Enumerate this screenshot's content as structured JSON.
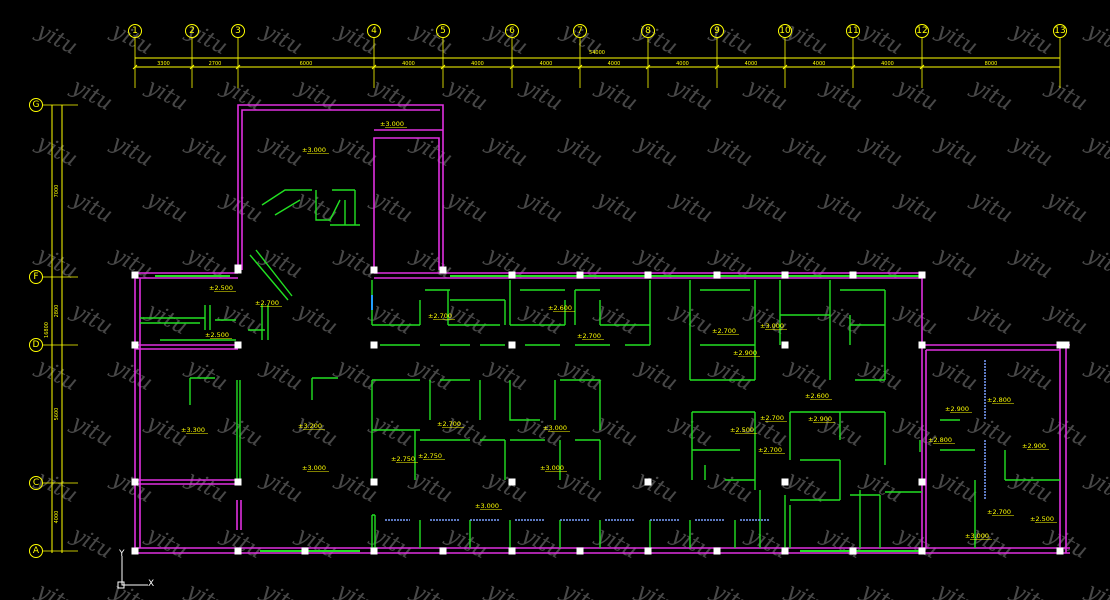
{
  "watermark": "yitu",
  "colors": {
    "background": "#000000",
    "axis": "#ffff00",
    "wall_outer": "#e030e0",
    "wall_partition": "#22e022",
    "column": "#ffffff",
    "watermark": "#cfcfcf"
  },
  "column_grid_labels": [
    "1",
    "2",
    "3",
    "4",
    "5",
    "6",
    "7",
    "8",
    "9",
    "10",
    "11",
    "12",
    "13"
  ],
  "column_dimensions": [
    "3300",
    "2700",
    "6000",
    "4000",
    "4000",
    "4000",
    "4000",
    "4000",
    "4000",
    "4000",
    "4000",
    "8000"
  ],
  "column_total_dimension": "54000",
  "row_grid_labels": [
    "G",
    "F",
    "D",
    "C",
    "A"
  ],
  "row_dimensions": [
    "7000",
    "2800",
    "5600",
    "4000"
  ],
  "row_total_dimension": "16800",
  "elevation_marks": [
    "3.000",
    "3.000",
    "2.500",
    "2.700",
    "2.500",
    "2.700",
    "2.600",
    "2.700",
    "2.700",
    "3.000",
    "2.900",
    "2.600",
    "3.300",
    "3.200",
    "3.000",
    "2.700",
    "2.700",
    "2.900",
    "2.750",
    "2.750",
    "2.500",
    "2.700",
    "3.000",
    "3.000",
    "3.000",
    "2.900",
    "2.800",
    "2.800",
    "2.900",
    "2.700",
    "2.500",
    "3.000"
  ],
  "ucs": {
    "x_label": "X",
    "y_label": "Y"
  }
}
